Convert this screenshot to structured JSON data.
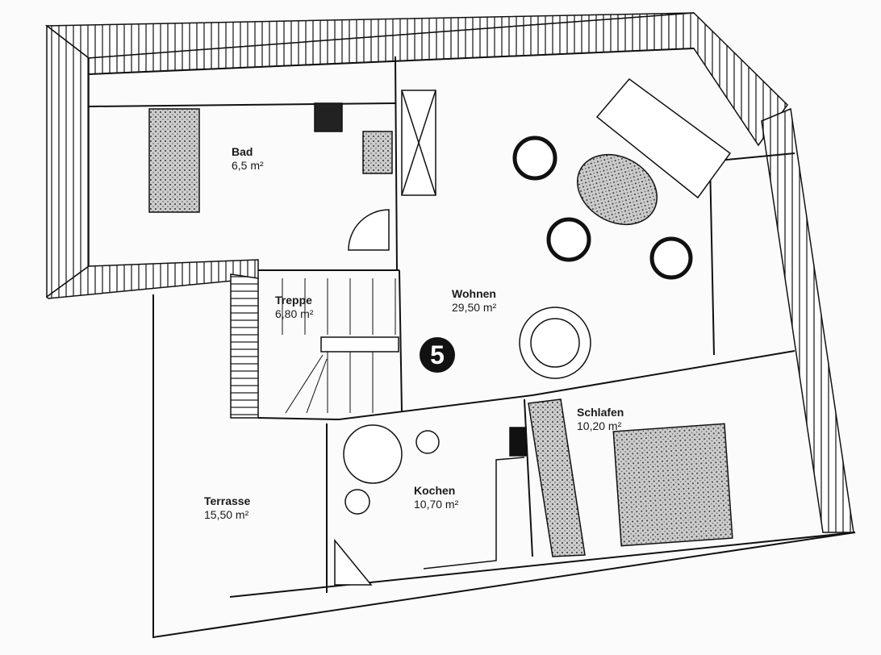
{
  "plan": {
    "unit_number": "5",
    "rooms": [
      {
        "name": "Bad",
        "area": "6,5 m²"
      },
      {
        "name": "Treppe",
        "area": "6,80 m²"
      },
      {
        "name": "Wohnen",
        "area": "29,50 m²"
      },
      {
        "name": "Schlafen",
        "area": "10,20 m²"
      },
      {
        "name": "Kochen",
        "area": "10,70 m²"
      },
      {
        "name": "Terrasse",
        "area": "15,50 m²"
      }
    ]
  }
}
